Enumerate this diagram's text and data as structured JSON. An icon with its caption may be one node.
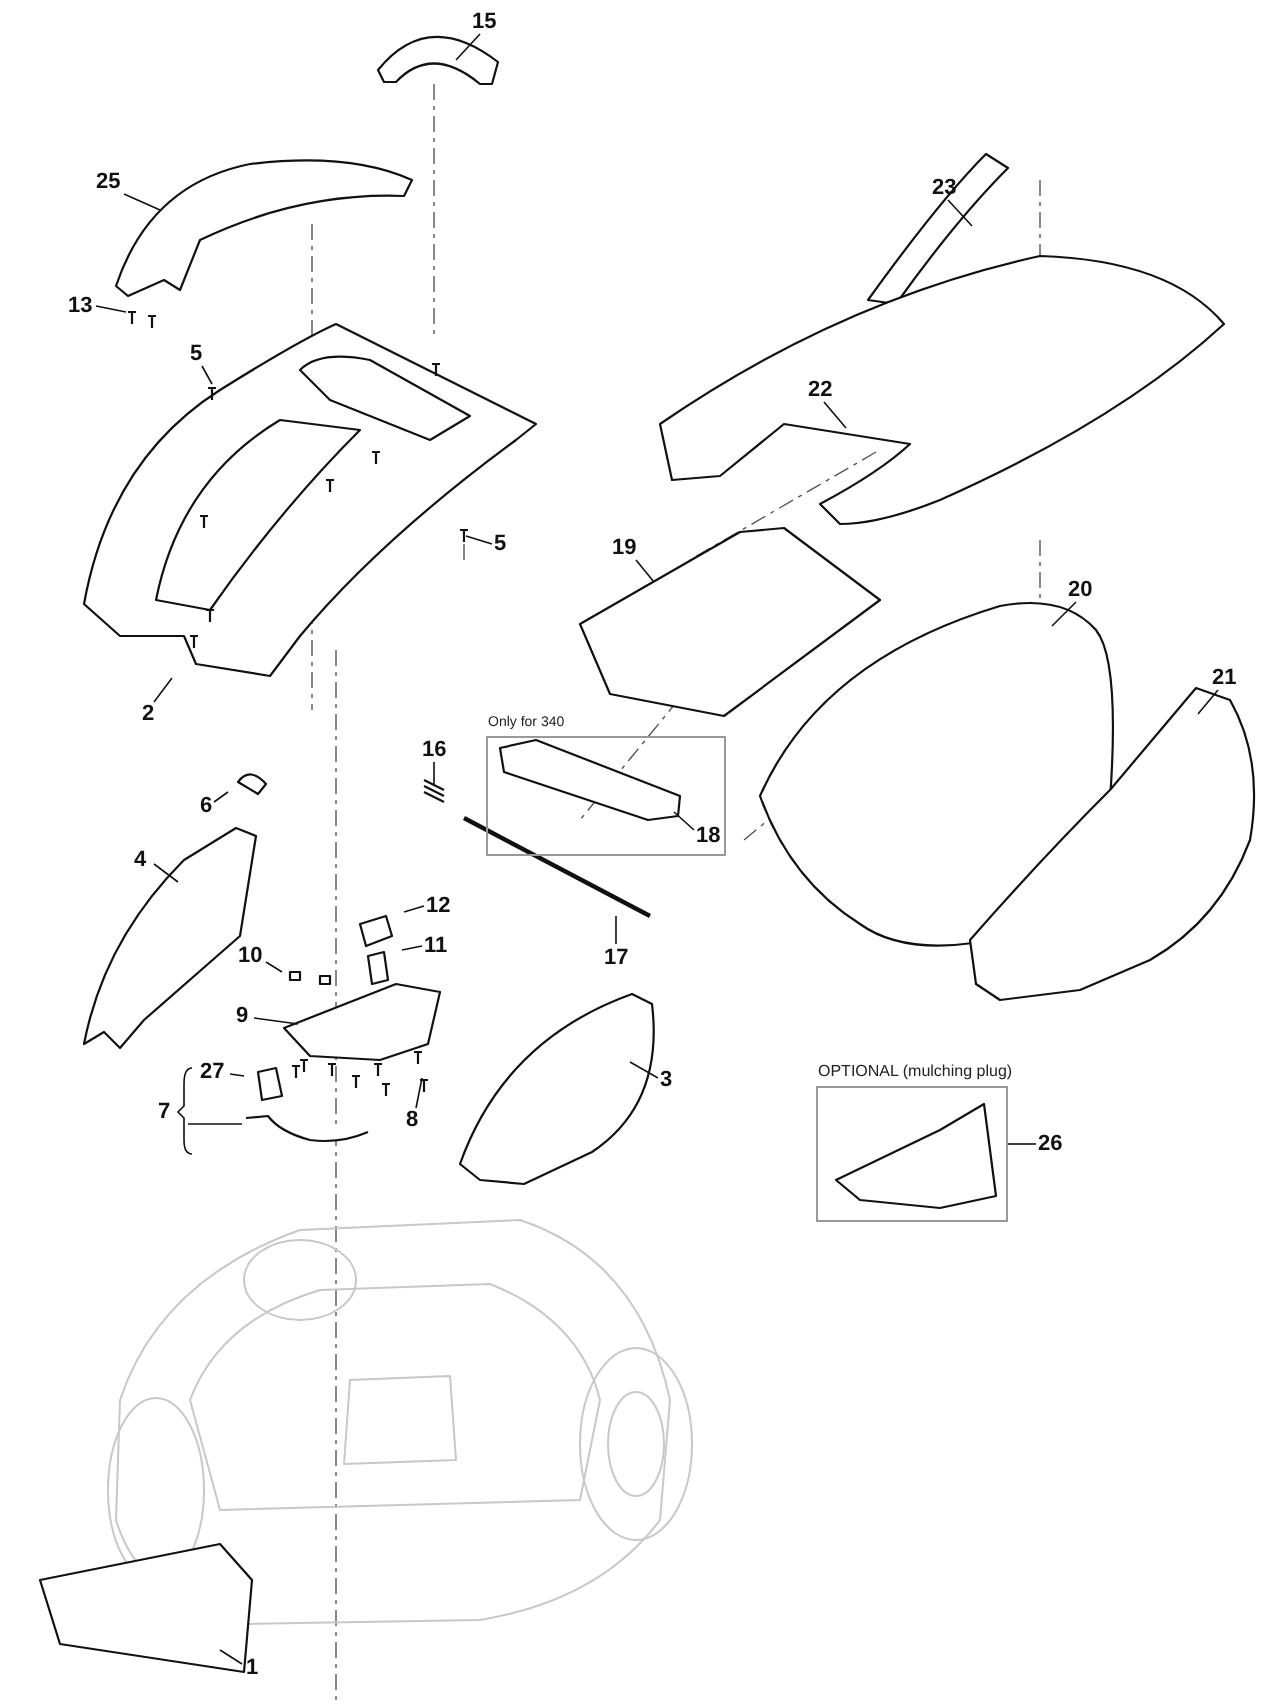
{
  "diagram": {
    "nodes": [
      {
        "text": [
          "15"
        ]
      },
      {
        "text": [
          "23"
        ]
      },
      {
        "text": [
          "25"
        ]
      },
      {
        "text": [
          "13"
        ]
      },
      {
        "text": [
          "5"
        ]
      },
      {
        "text": [
          "22"
        ]
      },
      {
        "text": [
          "5"
        ]
      },
      {
        "text": [
          "19"
        ]
      },
      {
        "text": [
          "2"
        ]
      },
      {
        "text": [
          "20"
        ]
      },
      {
        "text": [
          "Only for 340"
        ]
      },
      {
        "text": [
          "16"
        ]
      },
      {
        "text": [
          "21"
        ]
      },
      {
        "text": [
          "6"
        ]
      },
      {
        "text": [
          "18"
        ],
        "in": 10
      },
      {
        "text": [
          "4"
        ]
      },
      {
        "text": [
          "12"
        ]
      },
      {
        "text": [
          "11"
        ]
      },
      {
        "text": [
          "10"
        ]
      },
      {
        "text": [
          "9"
        ]
      },
      {
        "text": [
          "17"
        ]
      },
      {
        "text": [
          "7"
        ]
      },
      {
        "text": [
          "27"
        ]
      },
      {
        "text": [
          "8"
        ]
      },
      {
        "text": [
          "3"
        ]
      },
      {
        "text": [
          "OPTIONAL (mulching plug)"
        ]
      },
      {
        "text": [
          "26"
        ]
      },
      {
        "text": [
          "1"
        ]
      }
    ],
    "edges": [
      {
        "from": 0,
        "to": null,
        "arrow": "none"
      },
      {
        "from": 1,
        "to": null,
        "arrow": "none"
      },
      {
        "from": 2,
        "to": null,
        "arrow": "none"
      },
      {
        "from": 3,
        "to": null,
        "arrow": "none"
      },
      {
        "from": 4,
        "to": null,
        "arrow": "none"
      },
      {
        "from": 5,
        "to": null,
        "arrow": "none"
      },
      {
        "from": 6,
        "to": null,
        "arrow": "none"
      },
      {
        "from": 7,
        "to": null,
        "arrow": "none"
      },
      {
        "from": 8,
        "to": null,
        "arrow": "none"
      },
      {
        "from": 9,
        "to": null,
        "arrow": "none"
      },
      {
        "from": 11,
        "to": null,
        "arrow": "none"
      },
      {
        "from": 12,
        "to": null,
        "arrow": "none"
      },
      {
        "from": 13,
        "to": null,
        "arrow": "none"
      },
      {
        "from": 14,
        "to": null,
        "arrow": "none"
      },
      {
        "from": 15,
        "to": null,
        "arrow": "none"
      },
      {
        "from": 16,
        "to": null,
        "arrow": "none"
      },
      {
        "from": 17,
        "to": null,
        "arrow": "none"
      },
      {
        "from": 18,
        "to": null,
        "arrow": "none"
      },
      {
        "from": 19,
        "to": null,
        "arrow": "none"
      },
      {
        "from": 20,
        "to": null,
        "arrow": "none"
      },
      {
        "from": 21,
        "to": null,
        "arrow": "none"
      },
      {
        "from": 22,
        "to": null,
        "arrow": "none"
      },
      {
        "from": 23,
        "to": null,
        "arrow": "none"
      },
      {
        "from": 24,
        "to": null,
        "arrow": "none"
      },
      {
        "from": 26,
        "to": 25,
        "arrow": "none"
      },
      {
        "from": 27,
        "to": null,
        "arrow": "none"
      }
    ]
  }
}
